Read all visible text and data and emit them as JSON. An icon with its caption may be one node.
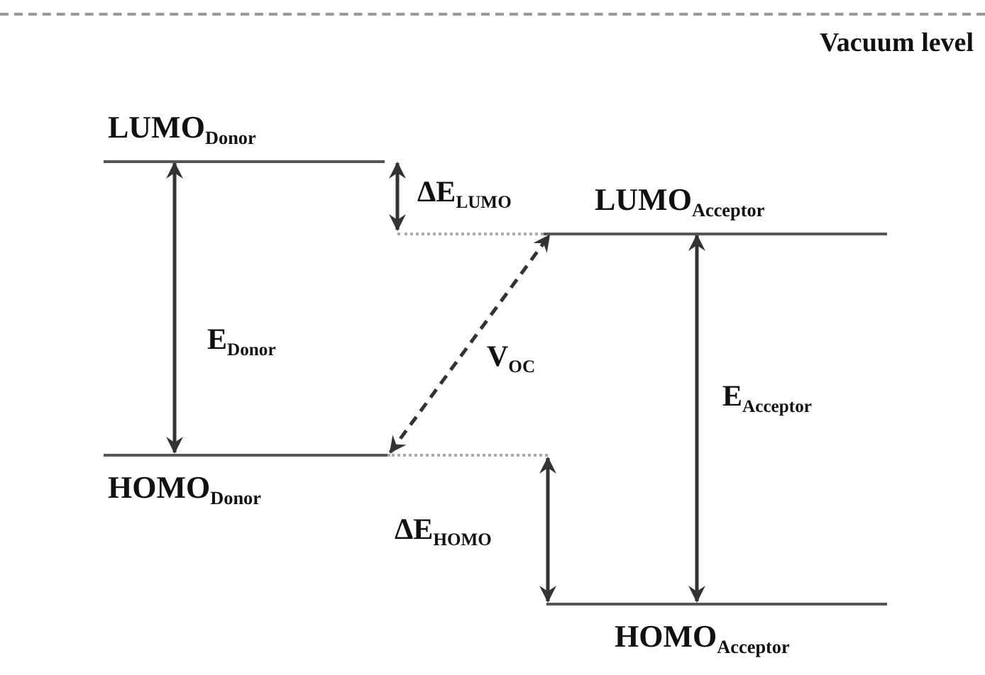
{
  "diagram": {
    "nodes": [
      {
        "text": [
          "Vacuum level"
        ]
      },
      {
        "text": [
          "LUMO$_{Donor}$"
        ]
      },
      {
        "text": [
          "HOMO$_{Donor}$"
        ]
      },
      {
        "text": [
          "LUMO$_{Acceptor}$"
        ]
      },
      {
        "text": [
          "HOMO$_{Acceptor}$"
        ]
      }
    ],
    "edges": [
      {
        "from": 1,
        "to": 2,
        "arrow": "both",
        "label": "E$_{Donor}$"
      },
      {
        "from": 1,
        "to": 3,
        "arrow": "both",
        "label": "ΔE$_{LUMO}$"
      },
      {
        "from": 2,
        "to": 3,
        "arrow": "both",
        "style": "dashed",
        "label": "V$_{OC}$"
      },
      {
        "from": 2,
        "to": 4,
        "arrow": "both",
        "label": "ΔE$_{HOMO}$"
      },
      {
        "from": 3,
        "to": 4,
        "arrow": "both",
        "label": "E$_{Acceptor}$"
      }
    ]
  }
}
